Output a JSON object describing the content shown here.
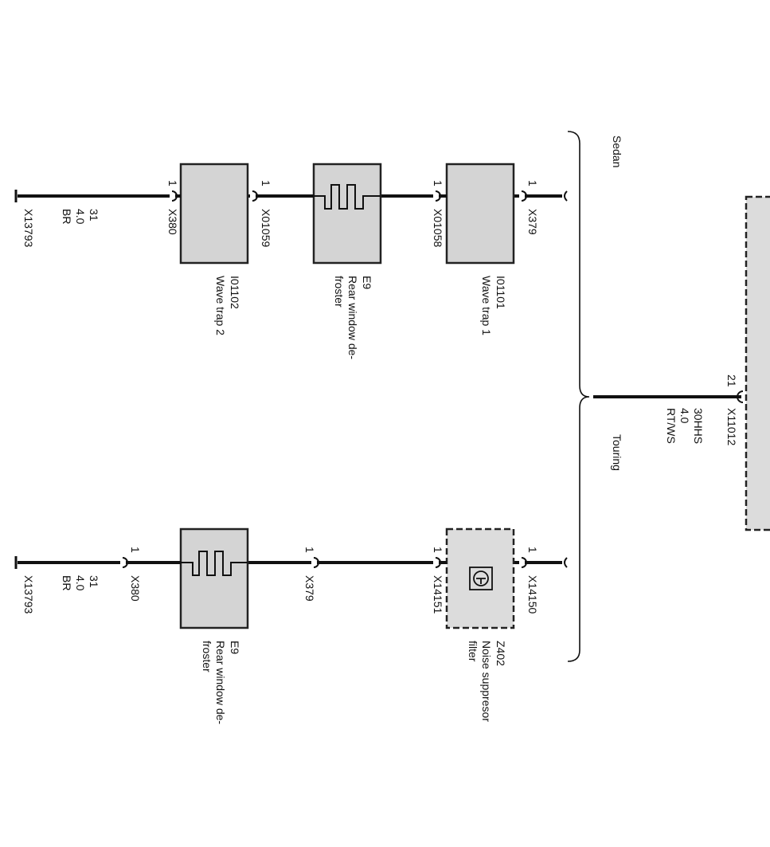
{
  "module": {
    "connector": "X11012",
    "pin": "21",
    "wire": {
      "signal": "30HHS",
      "gauge": "4.0",
      "color": "RT/WS"
    }
  },
  "variants": {
    "sedan": "Sedan",
    "touring": "Touring"
  },
  "sedan": {
    "wave_trap_1": {
      "id": "I01101",
      "name": "Wave trap 1"
    },
    "defroster": {
      "id": "E9",
      "name_line1": "Rear window de-",
      "name_line2": "froster"
    },
    "wave_trap_2": {
      "id": "I01102",
      "name": "Wave trap 2"
    },
    "conn_top": "X379",
    "conn_wt1_out": "X01058",
    "conn_def_out": "X01059",
    "conn_wt2_out": "X380",
    "pins": [
      "1",
      "1",
      "1",
      "1"
    ],
    "ground": {
      "signal": "31",
      "gauge": "4.0",
      "color": "BR",
      "connector": "X13793"
    }
  },
  "touring": {
    "filter": {
      "id": "Z402",
      "name_line1": "Noise suppresor",
      "name_line2": "filter"
    },
    "defroster": {
      "id": "E9",
      "name_line1": "Rear window de-",
      "name_line2": "froster"
    },
    "conn_top": "X14150",
    "conn_filter_out": "X14151",
    "conn_def_in": "X379",
    "conn_def_out": "X380",
    "pins": [
      "1",
      "1",
      "1",
      "1"
    ],
    "ground": {
      "signal": "31",
      "gauge": "4.0",
      "color": "BR",
      "connector": "X13793"
    }
  }
}
